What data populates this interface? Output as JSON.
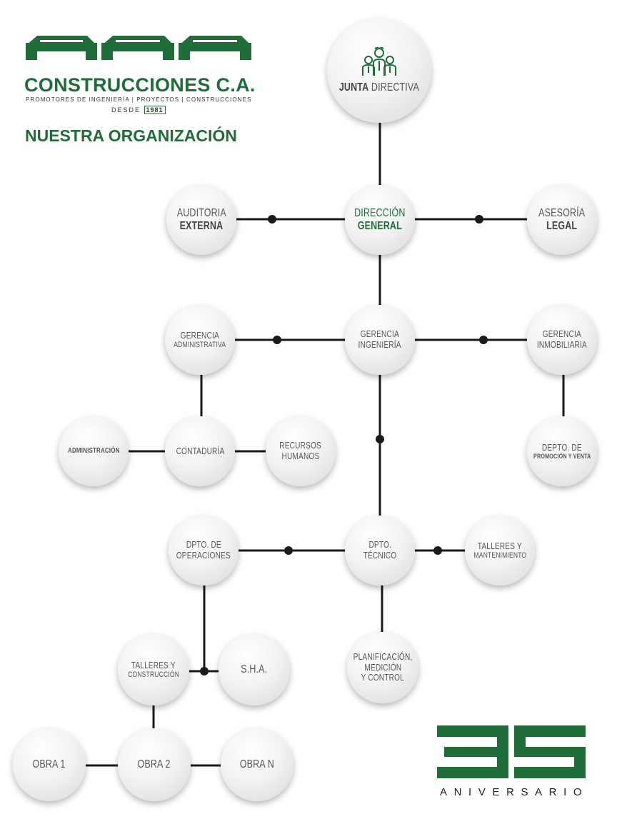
{
  "brand": {
    "name": "CONSTRUCCIONES C.A.",
    "tagline": "PROMOTORES DE INGENIERÍA | PROYECTOS | CONSTRUCCIONES",
    "since_label": "DESDE",
    "since_year": "1981",
    "color": "#1f6e39"
  },
  "page_title": "NUESTRA ORGANIZACIÓN",
  "anniversary": {
    "word": "ANIVERSARIO",
    "icon": "35-anniversary-mark"
  },
  "org": {
    "junta": {
      "l1b": "JUNTA",
      "l1r": " DIRECTIVA",
      "icon": "board-members-icon"
    },
    "direccion": {
      "l1": "DIRECCIÓN",
      "l2": "GENERAL"
    },
    "auditoria": {
      "l1": "AUDITORIA",
      "l2": "EXTERNA"
    },
    "asesoria": {
      "l1": "ASESORÍA",
      "l2": "LEGAL"
    },
    "ger_admin": {
      "l1": "GERENCIA",
      "l2": "ADMINISTRATIVA"
    },
    "ger_ing": {
      "l1": "GERENCIA",
      "l2": "INGENIERÍA"
    },
    "ger_inmob": {
      "l1": "GERENCIA",
      "l2": "INMOBILIARIA"
    },
    "administracion": {
      "l1": "ADMINISTRACIÓN"
    },
    "contaduria": {
      "l1": "CONTADURÍA"
    },
    "rrhh": {
      "l1": "RECURSOS",
      "l2": "HUMANOS"
    },
    "promocion": {
      "l1": "DEPTO. DE",
      "l2": "PROMOCIÓN Y VENTA"
    },
    "operaciones": {
      "l1": "DPTO. DE",
      "l2": "OPERACIONES"
    },
    "tecnico": {
      "l1": "DPTO.",
      "l2": "TÉCNICO"
    },
    "talleres_mant": {
      "l1": "TALLERES Y",
      "l2": "MANTENIMIENTO"
    },
    "talleres_const": {
      "l1": "TALLERES Y",
      "l2": "CONSTRUCCIÓN"
    },
    "sha": {
      "l1": "S.H.A."
    },
    "planificacion": {
      "l1": "PLANIFICACIÓN,",
      "l2": "MEDICIÓN",
      "l3": "Y CONTROL"
    },
    "obra1": {
      "l1": "OBRA 1"
    },
    "obra2": {
      "l1": "OBRA 2"
    },
    "obran": {
      "l1": "OBRA N"
    }
  }
}
